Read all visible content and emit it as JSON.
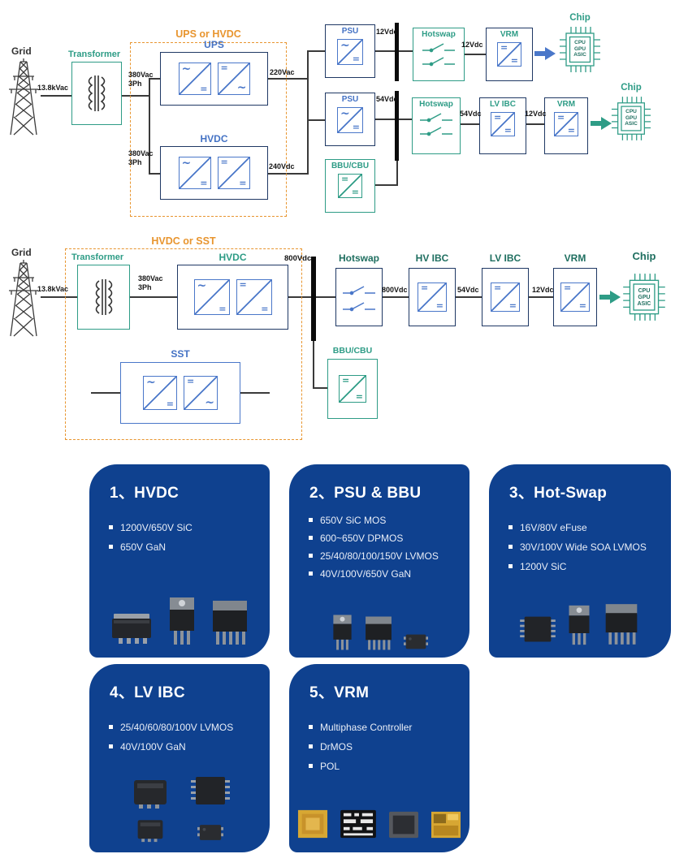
{
  "colors": {
    "teal": "#2E9C86",
    "blue": "#4472C4",
    "navy": "#1F3864",
    "orange": "#E8952F",
    "card_blue": "#0F418F",
    "wire": "#3A3A3A",
    "gold_package": "#D7A733"
  },
  "icons": {
    "grid": "transmission-tower-icon",
    "transformer": "transformer-winding-icon",
    "converter": "power-converter-icon",
    "switch": "disconnect-switch-icon",
    "chip": "processor-chip-icon",
    "arrow": "flow-arrow-icon",
    "package": "chip-package-image"
  },
  "d1": {
    "grid": "Grid",
    "grid_voltage": "13.8kVac",
    "transformer": "Transformer",
    "group": "UPS or HVDC",
    "ups": "UPS",
    "ups_in": "380Vac\n3Ph",
    "ups_out": "220Vac",
    "hvdc": "HVDC",
    "hvdc_in": "380Vac\n3Ph",
    "hvdc_out": "240Vdc",
    "psu1": "PSU",
    "psu1_out": "12Vdc",
    "hotswap1": "Hotswap",
    "hotswap1_out": "12Vdc",
    "vrm1": "VRM",
    "chip1": "Chip",
    "psu2": "PSU",
    "psu2_out": "54Vdc",
    "hotswap2": "Hotswap",
    "hotswap2_out": "54Vdc",
    "lvibc": "LV IBC",
    "lvibc_out": "12Vdc",
    "vrm2": "VRM",
    "chip2": "Chip",
    "bbu": "BBU/CBU",
    "chip_lines": [
      "CPU",
      "GPU",
      "ASIC"
    ]
  },
  "d2": {
    "grid": "Grid",
    "grid_voltage": "13.8kVac",
    "group": "HVDC or SST",
    "transformer": "Transformer",
    "transformer_out": "380Vac\n3Ph",
    "hvdc": "HVDC",
    "bus_voltage": "800Vdc",
    "hotswap": "Hotswap",
    "hotswap_out": "800Vdc",
    "hvibc": "HV IBC",
    "hvibc_out": "54Vdc",
    "lvibc": "LV IBC",
    "lvibc_out": "12Vdc",
    "vrm": "VRM",
    "chip": "Chip",
    "sst": "SST",
    "bbu": "BBU/CBU",
    "chip_lines": [
      "CPU",
      "GPU",
      "ASIC"
    ]
  },
  "cards": [
    {
      "title": "1、HVDC",
      "bullets": [
        "1200V/650V SiC",
        "650V GaN"
      ]
    },
    {
      "title": "2、PSU & BBU",
      "bullets": [
        "650V SiC MOS",
        "600~650V DPMOS",
        "25/40/80/100/150V LVMOS",
        "40V/100V/650V GaN"
      ]
    },
    {
      "title": "3、Hot-Swap",
      "bullets": [
        "16V/80V eFuse",
        "30V/100V Wide SOA LVMOS",
        "1200V SiC"
      ]
    },
    {
      "title": "4、LV IBC",
      "bullets": [
        "25/40/60/80/100V LVMOS",
        "40V/100V GaN"
      ]
    },
    {
      "title": "5、VRM",
      "bullets": [
        "Multiphase Controller",
        "DrMOS",
        "POL"
      ]
    }
  ]
}
